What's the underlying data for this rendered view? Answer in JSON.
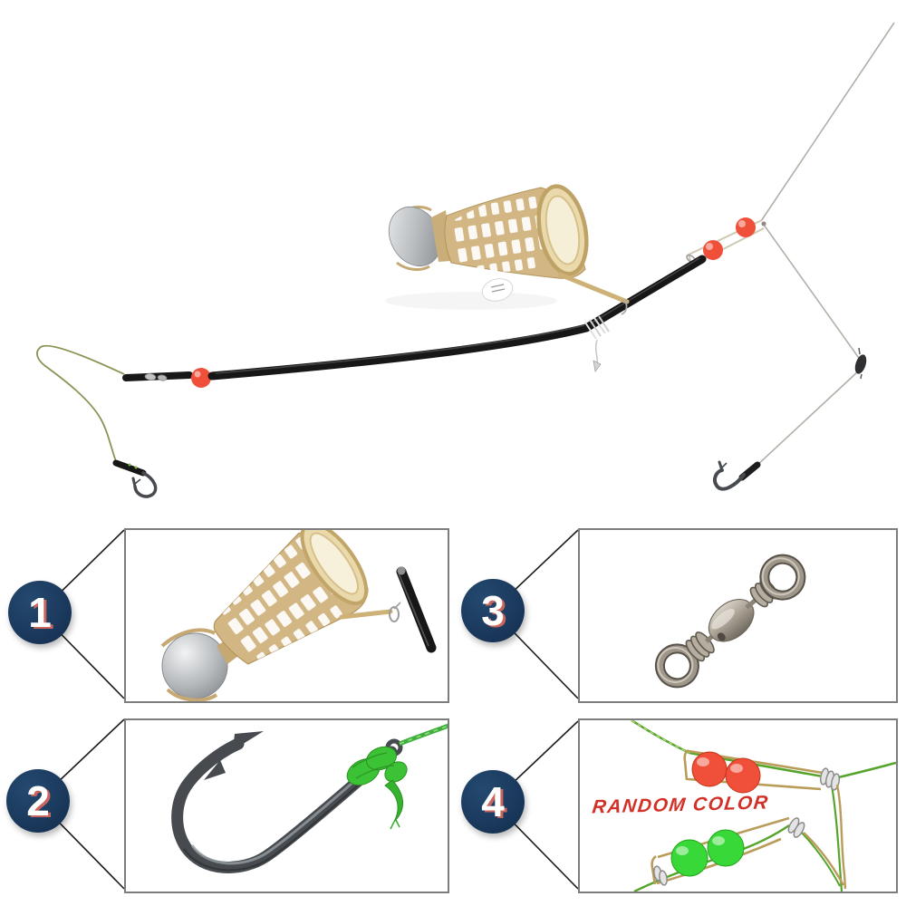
{
  "colors": {
    "background": "#ffffff",
    "badge_navy": "#1b3a5e",
    "badge_text": "#ffffff",
    "badge_text_shadow": "#c9655d",
    "panel_border": "#7d7d7d",
    "callout_line": "#1c1c1c",
    "random_color_text": "#d33127",
    "feeder_tan": "#d2b684",
    "feeder_tan_dark": "#b3965c",
    "lead_silver": "#b8bcbf",
    "tube_black": "#171717",
    "bead_red": "#f0503a",
    "bead_green": "#38d838",
    "line_green": "#55a42c",
    "line_olive": "#8a9455",
    "mono_line": "#b3afa8",
    "metal_gray": "#8a8277",
    "hook_gunmetal": "#474b4f",
    "wire_brass": "#b99c5a",
    "knot_green": "#3cc335"
  },
  "rig": {
    "name": "assembled-feeder-rig",
    "parts": [
      "feeder-cage",
      "lead-weight",
      "anti-tangle-boom",
      "stop-bead",
      "bead-clip",
      "barrel-swivel",
      "snelled-hook-left",
      "snelled-hook-right",
      "main-line",
      "hooklink-line"
    ]
  },
  "panels": [
    {
      "number": "1",
      "item": "feeder-cage-with-lead-weight"
    },
    {
      "number": "2",
      "item": "snelled-hook-with-braided-line"
    },
    {
      "number": "3",
      "item": "barrel-swivel"
    },
    {
      "number": "4",
      "item": "wire-bead-stops",
      "note": "RANDOM COLOR"
    }
  ]
}
